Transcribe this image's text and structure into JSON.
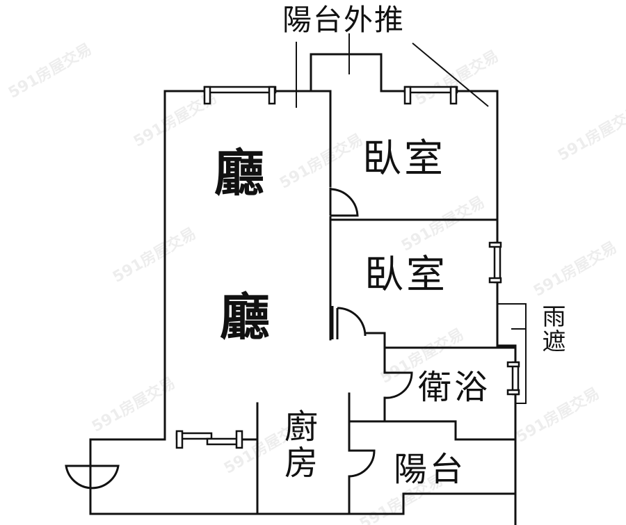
{
  "plan": {
    "rooms": [
      {
        "id": "living-upper",
        "label": "廳"
      },
      {
        "id": "living-lower",
        "label": "廳"
      },
      {
        "id": "bedroom-1",
        "label": "臥室"
      },
      {
        "id": "bedroom-2",
        "label": "臥室"
      },
      {
        "id": "bathroom",
        "label": "衛浴"
      },
      {
        "id": "kitchen",
        "label": "廚房"
      },
      {
        "id": "balcony",
        "label": "陽台"
      }
    ],
    "annotations": {
      "balcony_extension": "陽台外推",
      "rain_shelter": "雨遮"
    },
    "watermark": "591房屋交易",
    "colors": {
      "line": "#111111",
      "background": "#ffffff"
    }
  }
}
